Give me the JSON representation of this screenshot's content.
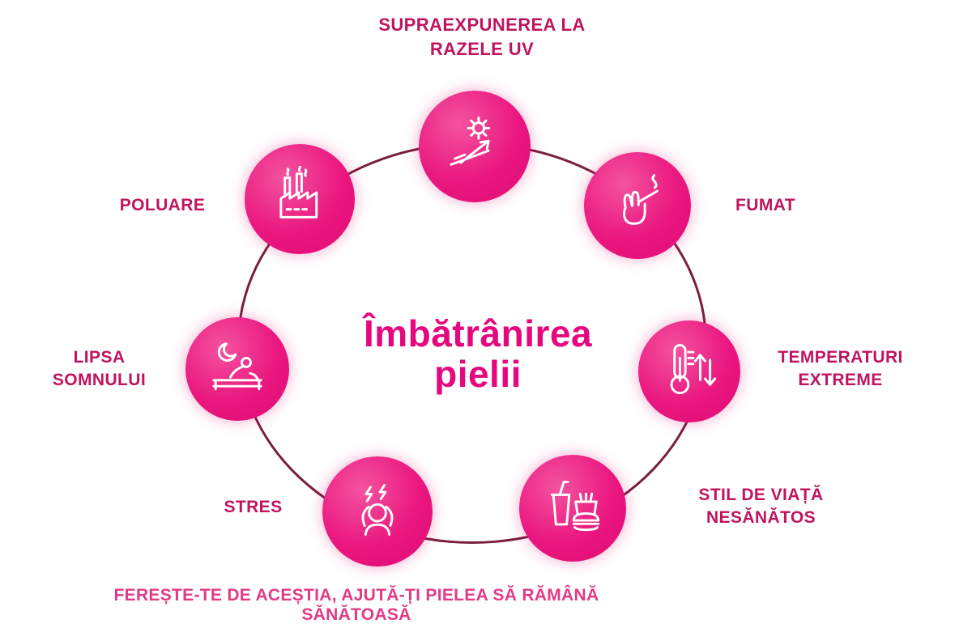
{
  "title": {
    "text": "Îmbătrânirea\npielii"
  },
  "nodes": {
    "uv": {
      "label": "SUPRAEXPUNEREA LA\nRAZELE UV",
      "icon": "sun-uv-reflection-icon"
    },
    "smoking": {
      "label": "FUMAT",
      "icon": "hand-cigarette-icon"
    },
    "temperature": {
      "label": "TEMPERATURI\nEXTREME",
      "icon": "thermometer-arrows-icon"
    },
    "diet": {
      "label": "STIL DE VIAȚĂ\nNESĂNĂTOS",
      "icon": "fast-food-icon"
    },
    "stress": {
      "label": "STRES",
      "icon": "stressed-person-icon"
    },
    "sleep": {
      "label": "LIPSA\nSOMNULUI",
      "icon": "sleeping-person-moon-icon"
    },
    "pollution": {
      "label": "POLUARE",
      "icon": "factory-smoke-icon"
    }
  },
  "caption": "FEREȘTE-TE DE ACEȘTIA, AJUTĂ-ȚI PIELEA SĂ RĂMÂNĂ SĂNĂTOASĂ",
  "colors": {
    "node_pink": "#e6077f",
    "label_magenta": "#c0145e",
    "title_magenta": "#e6077f",
    "ring_maroon": "#7a1e3e",
    "caption_pink": "#e23a86"
  }
}
